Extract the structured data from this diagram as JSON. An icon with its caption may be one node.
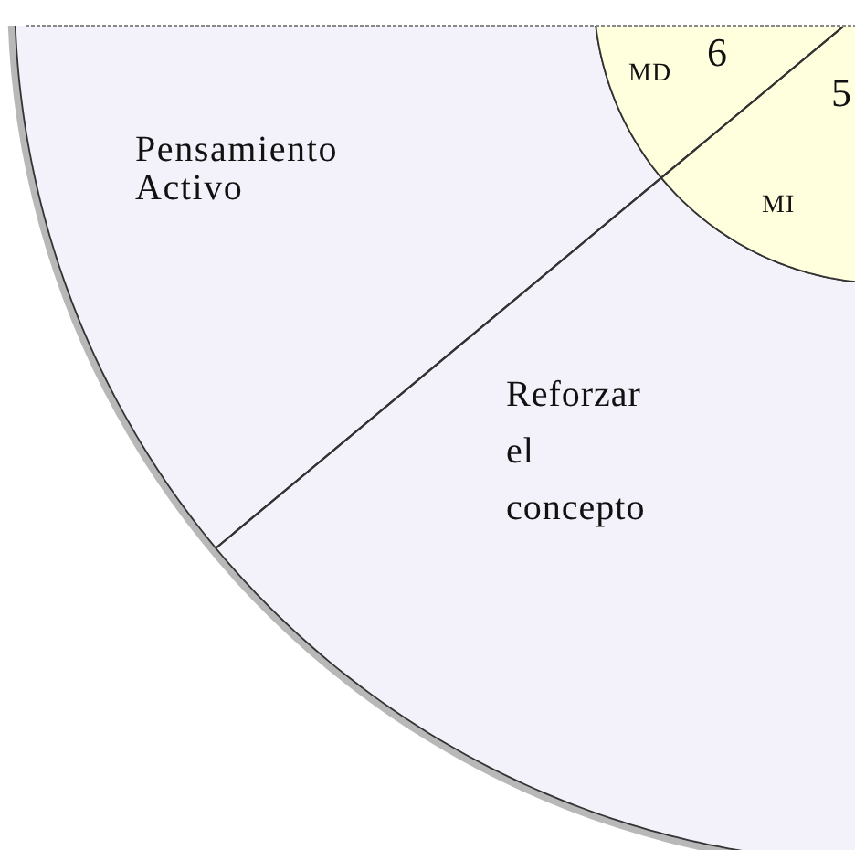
{
  "diagram": {
    "nodes": [
      {
        "text": [
          "Pensamiento Activo"
        ]
      },
      {
        "text": [
          "Reforzar el concepto"
        ]
      },
      {
        "text": [
          "MD"
        ]
      },
      {
        "text": [
          "MI"
        ]
      }
    ],
    "labels": [
      "6",
      "5"
    ]
  }
}
